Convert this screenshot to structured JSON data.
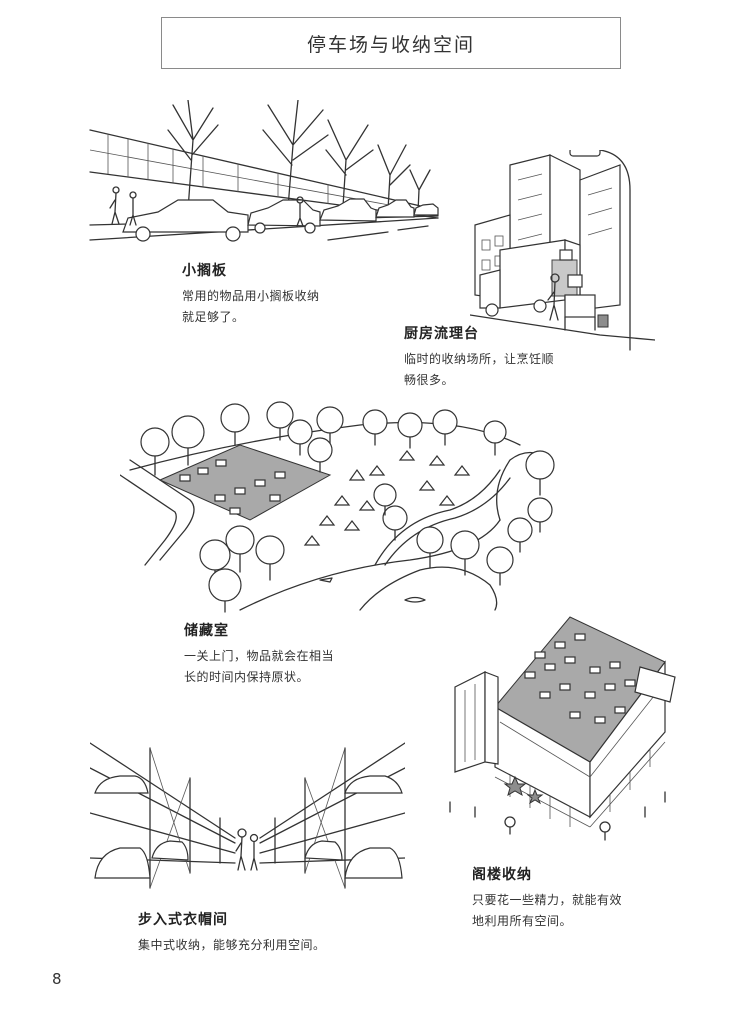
{
  "header": {
    "title": "停车场与收纳空间"
  },
  "sections": [
    {
      "id": "street",
      "title": "小搁板",
      "lines": [
        "常用的物品用小搁板收纳",
        "就足够了。"
      ]
    },
    {
      "id": "loading",
      "title": "厨房流理台",
      "lines": [
        "临时的收纳场所，让烹饪顺",
        "畅很多。"
      ]
    },
    {
      "id": "park",
      "title": "储藏室",
      "lines": [
        "一关上门，物品就会在相当",
        "长的时间内保持原状。"
      ]
    },
    {
      "id": "rooftop",
      "title": "阁楼收纳",
      "lines": [
        "只要花一些精力，就能有效",
        "地利用所有空间。"
      ]
    },
    {
      "id": "garage",
      "title": "步入式衣帽间",
      "lines": [
        "集中式收纳，能够充分利用空间。"
      ]
    }
  ],
  "footer": {
    "page_number": "8"
  }
}
